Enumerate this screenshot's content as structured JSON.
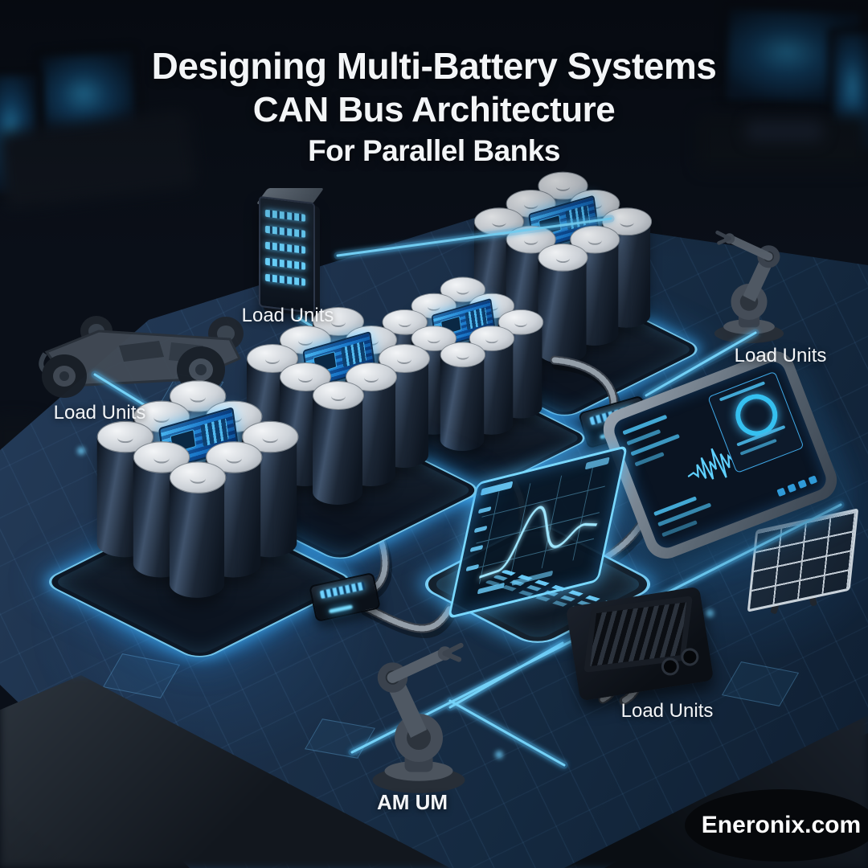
{
  "title": {
    "line1": "Designing Multi-Battery Systems",
    "line2": "CAN Bus Architecture",
    "line3": "For Parallel Banks"
  },
  "labels": {
    "rack": "Load Units",
    "chassis": "Load Units",
    "robot_right": "Load Units",
    "load_box": "Load Units",
    "robot_bottom": "AM UM"
  },
  "watermark": "Eneronix.com",
  "colors": {
    "glow": "#5bc9f6",
    "glow_deep": "#1e7fd0",
    "background": "#0a0f18",
    "floor": "#1d314b",
    "cell_top": "#d8dce1",
    "cell_body": "#151f2c",
    "cable": "#8a939e",
    "text": "#f3f5f7",
    "badge_bg": "#06080b"
  }
}
